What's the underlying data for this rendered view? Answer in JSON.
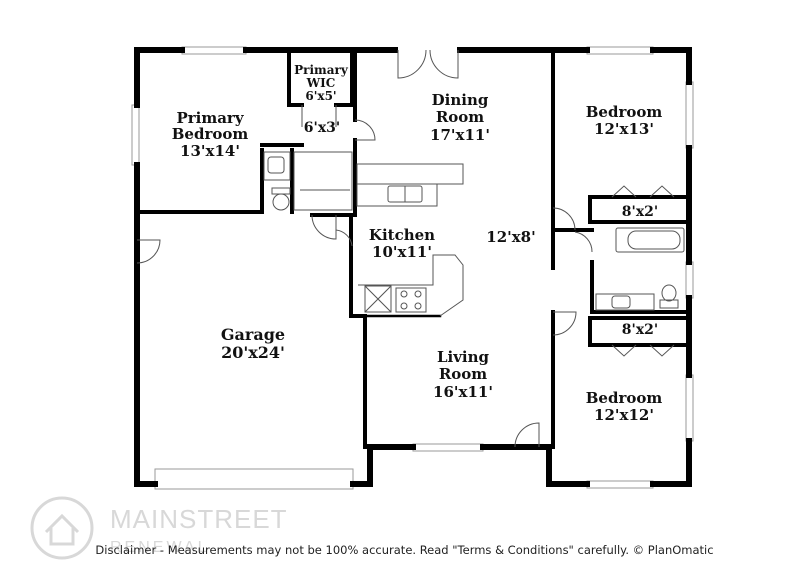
{
  "rooms": {
    "primary_bedroom": {
      "name_line1": "Primary",
      "name_line2": "Bedroom",
      "size": "13'x14'"
    },
    "primary_wic": {
      "name_line1": "Primary",
      "name_line2": "WIC",
      "size": "6'x5'"
    },
    "primary_closet": {
      "size": "6'x3'"
    },
    "dining_room": {
      "name_line1": "Dining",
      "name_line2": "Room",
      "size": "17'x11'"
    },
    "bedroom_top": {
      "name": "Bedroom",
      "size": "12'x13'"
    },
    "closet_top": {
      "size": "8'x2'"
    },
    "hall": {
      "size": "12'x8'"
    },
    "kitchen": {
      "name": "Kitchen",
      "size": "10'x11'"
    },
    "garage": {
      "name": "Garage",
      "size": "20'x24'"
    },
    "closet_bottom": {
      "size": "8'x2'"
    },
    "living_room": {
      "name_line1": "Living",
      "name_line2": "Room",
      "size": "16'x11'"
    },
    "bedroom_bottom": {
      "name": "Bedroom",
      "size": "12'x12'"
    }
  },
  "logo": {
    "line1": "MAINSTREET",
    "line2": "RENEWAL"
  },
  "disclaimer": "Disclaimer - Measurements may not be 100% accurate. Read \"Terms & Conditions\" carefully. © PlanOmatic",
  "colors": {
    "wall": "#000000",
    "fixture": "#555555",
    "window": "#9a9a9a",
    "logo": "#d8d8d8"
  }
}
